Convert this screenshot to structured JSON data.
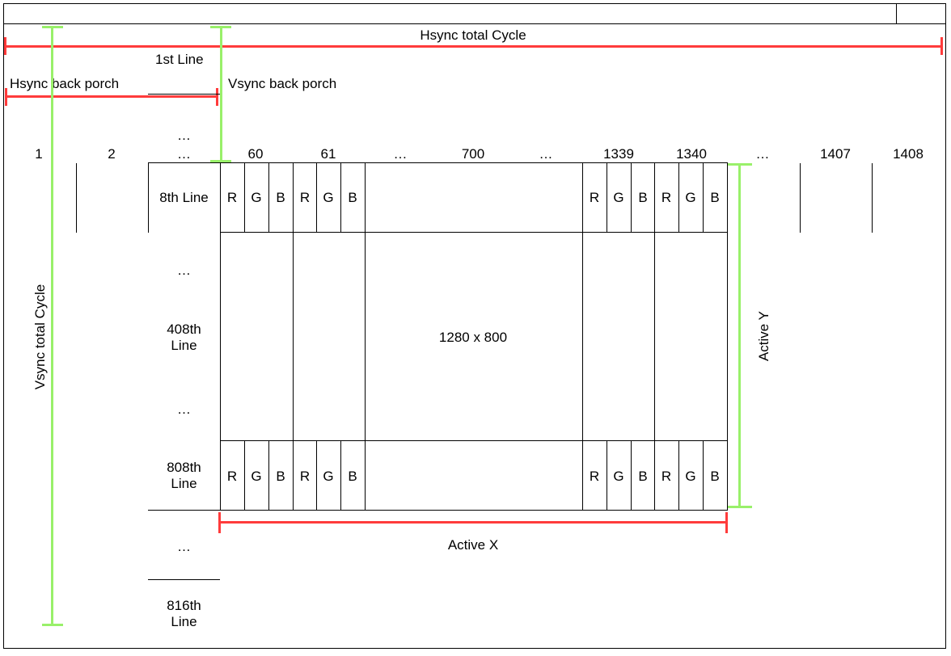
{
  "diagram": {
    "hsync_total_label": "Hsync total Cycle",
    "vsync_total_label": "Vsync total Cycle",
    "hsync_back_porch_label": "Hsync back porch",
    "vsync_back_porch_label": "Vsync back porch",
    "active_x_label": "Active X",
    "active_y_label": "Active Y",
    "resolution_label": "1280 x 800",
    "lines": {
      "first": "1st Line",
      "dots_a": "…",
      "dots_b": "…",
      "eighth": "8th Line",
      "dots_c": "…",
      "l408": "408th Line",
      "dots_d": "…",
      "l808": "808th Line",
      "dots_e": "…",
      "l816": "816th Line"
    },
    "columns": {
      "c1": "1",
      "c2": "2",
      "c60": "60",
      "c61": "61",
      "dots1": "…",
      "c700": "700",
      "dots2": "…",
      "c1339": "1339",
      "c1340": "1340",
      "dots3": "…",
      "c1407": "1407",
      "c1408": "1408"
    },
    "rgb": [
      "R",
      "G",
      "B",
      "R",
      "G",
      "B"
    ],
    "colors": {
      "sync_bar": "#ff3b3b",
      "active_bar": "#99f06a"
    }
  }
}
